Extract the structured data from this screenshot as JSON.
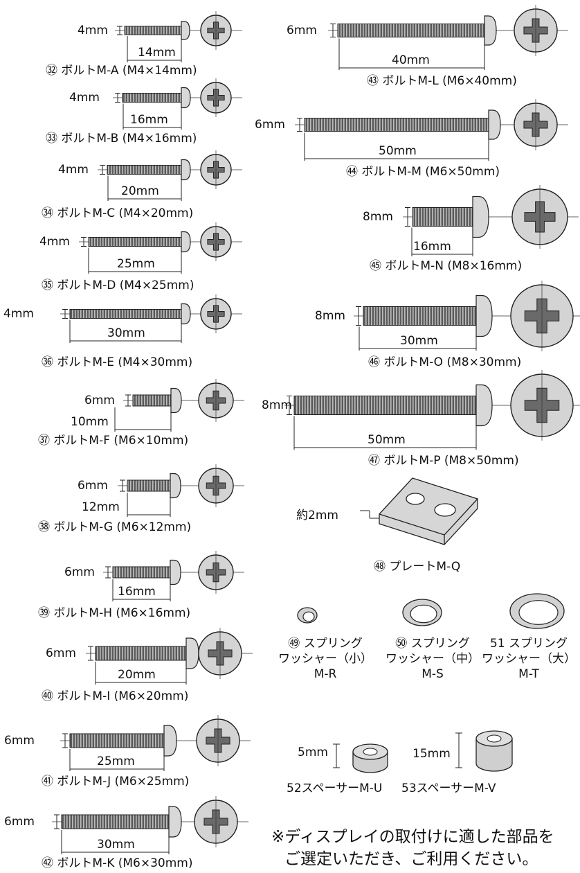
{
  "bolts": [
    {
      "no": "㉜",
      "name": "ボルトM-A",
      "spec": "(M4×14mm)",
      "dia": "4mm",
      "len": "14mm"
    },
    {
      "no": "㉝",
      "name": "ボルトM-B",
      "spec": "(M4×16mm)",
      "dia": "4mm",
      "len": "16mm"
    },
    {
      "no": "㉞",
      "name": "ボルトM-C",
      "spec": "(M4×20mm)",
      "dia": "4mm",
      "len": "20mm"
    },
    {
      "no": "㉟",
      "name": "ボルトM-D",
      "spec": "(M4×25mm)",
      "dia": "4mm",
      "len": "25mm"
    },
    {
      "no": "㊱",
      "name": "ボルトM-E",
      "spec": "(M4×30mm)",
      "dia": "4mm",
      "len": "30mm"
    },
    {
      "no": "㊲",
      "name": "ボルトM-F",
      "spec": "(M6×10mm)",
      "dia": "6mm",
      "len": "10mm"
    },
    {
      "no": "㊳",
      "name": "ボルトM-G",
      "spec": "(M6×12mm)",
      "dia": "6mm",
      "len": "12mm"
    },
    {
      "no": "㊴",
      "name": "ボルトM-H",
      "spec": "(M6×16mm)",
      "dia": "6mm",
      "len": "16mm"
    },
    {
      "no": "㊵",
      "name": "ボルトM-I",
      "spec": "(M6×20mm)",
      "dia": "6mm",
      "len": "20mm"
    },
    {
      "no": "㊶",
      "name": "ボルトM-J",
      "spec": "(M6×25mm)",
      "dia": "6mm",
      "len": "25mm"
    },
    {
      "no": "㊷",
      "name": "ボルトM-K",
      "spec": "(M6×30mm)",
      "dia": "6mm",
      "len": "30mm"
    },
    {
      "no": "㊸",
      "name": "ボルトM-L",
      "spec": "(M6×40mm)",
      "dia": "6mm",
      "len": "40mm"
    },
    {
      "no": "㊹",
      "name": "ボルトM-M",
      "spec": "(M6×50mm)",
      "dia": "6mm",
      "len": "50mm"
    },
    {
      "no": "㊺",
      "name": "ボルトM-N",
      "spec": "(M8×16mm)",
      "dia": "8mm",
      "len": "16mm"
    },
    {
      "no": "㊻",
      "name": "ボルトM-O",
      "spec": "(M8×30mm)",
      "dia": "8mm",
      "len": "30mm"
    },
    {
      "no": "㊼",
      "name": "ボルトM-P",
      "spec": "(M8×50mm)",
      "dia": "8mm",
      "len": "50mm"
    }
  ],
  "plate": {
    "no": "㊽",
    "name": "プレートM-Q",
    "thickness": "約2mm"
  },
  "washers": [
    {
      "no": "㊾",
      "line1": "スプリング",
      "line2": "ワッシャー（小）",
      "line3": "M-R"
    },
    {
      "no": "㊿",
      "line1": "スプリング",
      "line2": "ワッシャー（中）",
      "line3": "M-S"
    },
    {
      "no": "51",
      "line1": "スプリング",
      "line2": "ワッシャー（大）",
      "line3": "M-T"
    }
  ],
  "spacers": [
    {
      "no": "52",
      "name": "スペーサーM-U",
      "height": "5mm"
    },
    {
      "no": "53",
      "name": "スペーサーM-V",
      "height": "15mm"
    }
  ],
  "note": {
    "line1": "※ディスプレイの取付けに適した部品を",
    "line2": "ご選定いただき、ご利用ください。"
  }
}
